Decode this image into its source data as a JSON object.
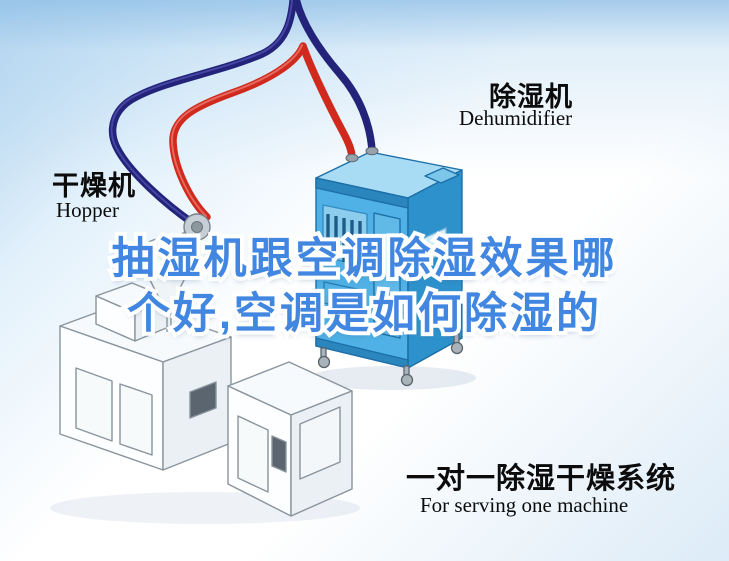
{
  "title": {
    "line1": "抽湿机跟空调除湿效果哪",
    "line2": "个好,空调是如何除湿的",
    "fill_color": "#4186e0",
    "outline_color": "#ffffff"
  },
  "labels": {
    "hopper": {
      "cn": "干燥机",
      "en": "Hopper"
    },
    "dehumidifier": {
      "cn": "除湿机",
      "en": "Dehumidifier"
    }
  },
  "caption": {
    "cn": "一对一除湿干燥系统",
    "en": "For serving one machine"
  },
  "illustration": {
    "hoses": [
      {
        "name": "return-air-hose",
        "color": "#23237a"
      },
      {
        "name": "dry-air-hose",
        "color": "#cf2a1d"
      }
    ],
    "dehumidifier_unit": {
      "front_color": "#4fb1e5",
      "side_color": "#2d92cc",
      "top_color": "#a8dcf4"
    },
    "extruder_unit": {
      "body_color": "#fdfeff",
      "outline_color": "#8a949d"
    }
  },
  "background": {
    "top": "#a5cdeb",
    "middle": "#ffffff",
    "bottom": "#d9e9f6"
  }
}
